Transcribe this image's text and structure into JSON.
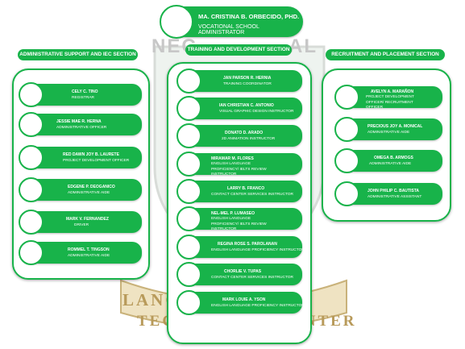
{
  "header": {
    "name": "MA. CRISTINA B. ORBECIDO, PHD.",
    "role": "VOCATIONAL SCHOOL ADMINISTRATOR"
  },
  "watermark": {
    "top": "NEC",
    "top_right": "AL",
    "ribbon_line1": "LANG        TION",
    "ribbon_line2": "TECHNOLOGY CENTER"
  },
  "sections": [
    {
      "title": "ADMINISTRATIVE SUPPORT AND IEC SECTION",
      "members": [
        {
          "name": "CELY C. TINO",
          "role": "REGISTRAR"
        },
        {
          "name": "JESSIE MAE R. HERNA",
          "role": "ADMINISTRATIVE OFFICER"
        },
        {
          "name": "RED DAWN JOY B. LAURETE",
          "role": "PROJECT DEVELOPMENT OFFICER"
        },
        {
          "name": "EDGENE P. DEOGANICO",
          "role": "ADMINISTRATIVE AIDE"
        },
        {
          "name": "MARK V. FERNANDEZ",
          "role": "DRIVER"
        },
        {
          "name": "ROMMEL T. TINGSON",
          "role": "ADMINISTRATIVE AIDE"
        }
      ]
    },
    {
      "title": "TRAINING AND DEVELOPMENT SECTION",
      "members": [
        {
          "name": "JAN PARSON R. HERNIA",
          "role": "TRAINING COORDINATOR"
        },
        {
          "name": "IAN CHRISTIAN C. ANTONIO",
          "role": "VISUAL GRAPHIC DESIGN INSTRUCTOR"
        },
        {
          "name": "DONATO D. ARADO",
          "role": "2D ANIMATION INSTRUCTOR"
        },
        {
          "name": "MIRAMAR M. FLORES",
          "role": "ENGLISH LANGUAGE PROFICIENCY/ IELTS REVIEW INSTRUCTOR"
        },
        {
          "name": "LARRY B. FRANCO",
          "role": "CONTACT CENTER SERVICES INSTRUCTOR"
        },
        {
          "name": "NEL-MEL P. LUMASEO",
          "role": "ENGLISH LANGUAGE PROFICIENCY/ IELTS REVIEW INSTRUCTOR"
        },
        {
          "name": "REGINA ROSE S. PAROLANAN",
          "role": "ENGLISH LANGUAGE PROFICIENCY INSTRUCTOR"
        },
        {
          "name": "CHORLIE V. TUPAS",
          "role": "CONTACT CENTER SERVICES INSTRUCTOR"
        },
        {
          "name": "MARK LOUIE A. YSON",
          "role": "ENGLISH LANGUAGE PROFICIENCY INSTRUCTOR"
        }
      ]
    },
    {
      "title": "RECRUITMENT AND PLACEMENT SECTION",
      "members": [
        {
          "name": "AVELYN A. MARAÑON",
          "role": "PROJECT DEVELOPMENT OFFICER/ RECRUITMENT OFFICER"
        },
        {
          "name": "PRECIOUS JOY A. MONICAL",
          "role": "ADMINISTRATIVE AIDE"
        },
        {
          "name": "OMEGA B. ARMOGS",
          "role": "ADMINISTRATIVE AIDE"
        },
        {
          "name": "JOHN PHILIP C. BAUTISTA",
          "role": "ADMINISTRATIVE ASSISTANT"
        }
      ]
    }
  ],
  "colors": {
    "accent": "#18b34a",
    "watermark": "#c7c7c7",
    "ribbon": "#b89a5a"
  }
}
